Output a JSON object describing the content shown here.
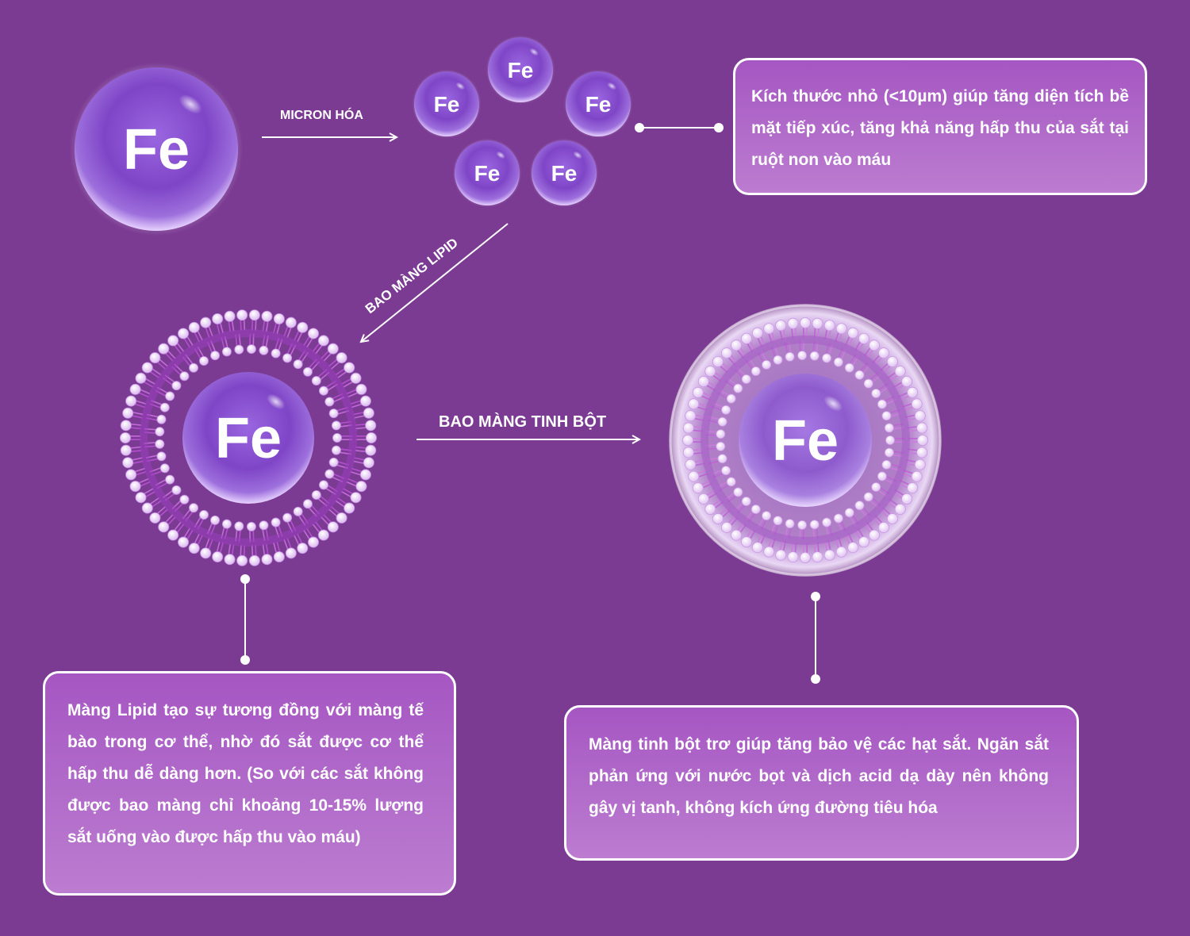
{
  "element_symbol": "Fe",
  "arrows": {
    "micronize": "MICRON HÓA",
    "lipid_coating": "BAO MÀNG LIPID",
    "starch_coating": "BAO MÀNG TINH BỘT"
  },
  "notes": {
    "micron": "Kích thước nhỏ (<10µm) giúp tăng diện tích bề mặt tiếp xúc, tăng khả năng hấp thu của sắt tại ruột non vào máu",
    "lipid": "Màng Lipid tạo sự tương đồng với màng tế bào trong cơ thể, nhờ đó sắt được cơ thể hấp thu dễ dàng hơn. (So với các sắt không được bao màng chỉ khoảng 10-15% lượng sắt uống vào được hấp thu vào máu)",
    "starch": "Màng tinh bột trơ giúp tăng bảo vệ các hạt sắt. Ngăn sắt phản ứng với nước bọt và dịch acid dạ dày nên không gây vị tanh, không kích ứng đường tiêu hóa"
  },
  "colors": {
    "background": "#7b3b93",
    "box_fill": "#b06ac9",
    "sphere_core": "#8a4fc9",
    "membrane_head": "#f4dcff",
    "membrane_tail": "#c46ad8"
  }
}
